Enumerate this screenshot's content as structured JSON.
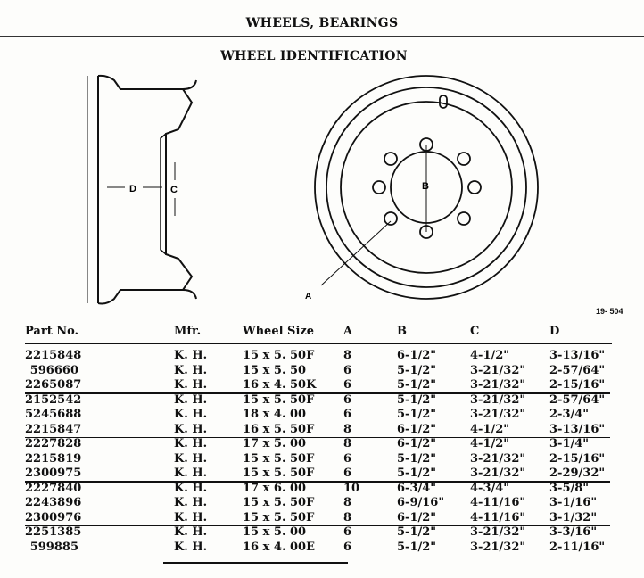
{
  "header": {
    "section_title": "WHEELS, BEARINGS",
    "figure_title": "WHEEL IDENTIFICATION",
    "figure_code": "19- 504"
  },
  "diagram_labels": {
    "a": "A",
    "b": "B",
    "c": "C",
    "d": "D"
  },
  "table": {
    "columns": [
      "Part No.",
      "Mfr.",
      "Wheel Size",
      "A",
      "B",
      "C",
      "D"
    ],
    "rows": [
      [
        "2215848",
        "K. H.",
        "15 x 5. 50F",
        "8",
        "6-1/2\"",
        "4-1/2\"",
        "3-13/16\""
      ],
      [
        "596660",
        "K. H.",
        "15 x 5. 50",
        "6",
        "5-1/2\"",
        "3-21/32\"",
        "2-57/64\""
      ],
      [
        "2265087",
        "K. H.",
        "16 x 4. 50K",
        "6",
        "5-1/2\"",
        "3-21/32\"",
        "2-15/16\""
      ],
      [
        "2152542",
        "K. H.",
        "15 x 5. 50F",
        "6",
        "5-1/2\"",
        "3-21/32\"",
        "2-57/64\""
      ],
      [
        "5245688",
        "K. H.",
        "18 x 4. 00",
        "6",
        "5-1/2\"",
        "3-21/32\"",
        "2-3/4\""
      ],
      [
        "2215847",
        "K. H.",
        "16 x 5. 50F",
        "8",
        "6-1/2\"",
        "4-1/2\"",
        "3-13/16\""
      ],
      [
        "2227828",
        "K. H.",
        "17 x 5. 00",
        "8",
        "6-1/2\"",
        "4-1/2\"",
        "3-1/4\""
      ],
      [
        "2215819",
        "K. H.",
        "15 x 5. 50F",
        "6",
        "5-1/2\"",
        "3-21/32\"",
        "2-15/16\""
      ],
      [
        "2300975",
        "K. H.",
        "15 x 5. 50F",
        "6",
        "5-1/2\"",
        "3-21/32\"",
        "2-29/32\""
      ],
      [
        "2227840",
        "K. H.",
        "17 x 6. 00",
        "10",
        "6-3/4\"",
        "4-3/4\"",
        "3-5/8\""
      ],
      [
        "2243896",
        "K. H.",
        "15 x 5. 50F",
        "8",
        "6-9/16\"",
        "4-11/16\"",
        "3-1/16\""
      ],
      [
        "2300976",
        "K. H.",
        "15 x 5. 50F",
        "8",
        "6-1/2\"",
        "4-11/16\"",
        "3-1/32\""
      ],
      [
        "2251385",
        "K. H.",
        "15 x 5. 00",
        "6",
        "5-1/2\"",
        "3-21/32\"",
        "3-3/16\""
      ],
      [
        "599885",
        "K. H.",
        "16 x 4. 00E",
        "6",
        "5-1/2\"",
        "3-21/32\"",
        "2-11/16\""
      ]
    ]
  }
}
